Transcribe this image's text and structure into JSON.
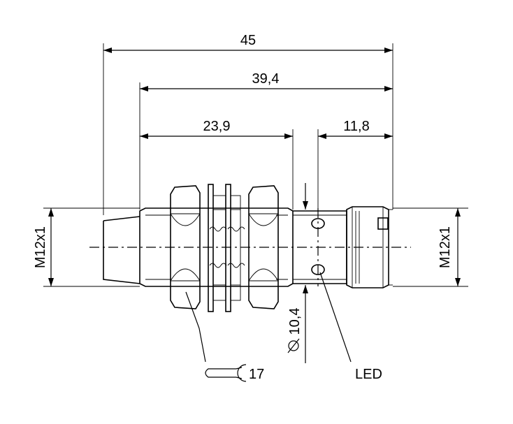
{
  "dimensions": {
    "overall_length": "45",
    "thread_length": "39,4",
    "body_to_led": "23,9",
    "connector_length": "11,8",
    "thread_left": "M12x1",
    "thread_right": "M12x1",
    "diameter": "10,4",
    "wrench": "17"
  },
  "labels": {
    "led": "LED"
  }
}
